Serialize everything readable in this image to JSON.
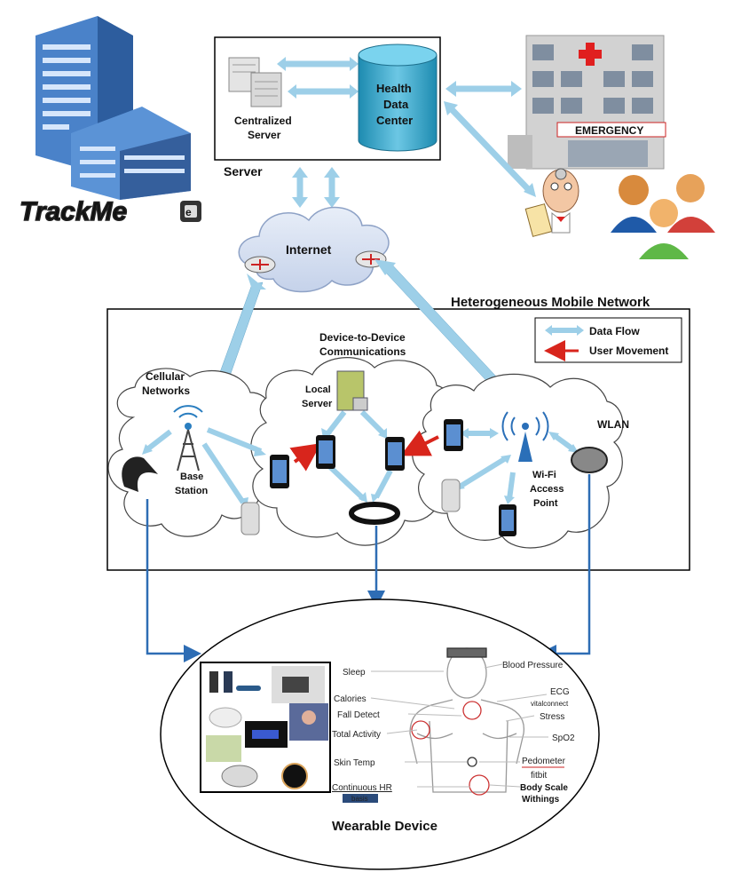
{
  "logo": {
    "text": "TrackMe"
  },
  "server_box": {
    "title": "Server",
    "centralized_label_1": "Centralized",
    "centralized_label_2": "Server",
    "hdc_line1": "Health",
    "hdc_line2": "Data",
    "hdc_line3": "Center"
  },
  "hospital": {
    "sign": "EMERGENCY"
  },
  "internet": {
    "label": "Internet"
  },
  "network": {
    "title": "Heterogeneous Mobile Network",
    "cellular_1": "Cellular",
    "cellular_2": "Networks",
    "d2d_1": "Device-to-Device",
    "d2d_2": "Communications",
    "local_server_1": "Local",
    "local_server_2": "Server",
    "base_station_1": "Base",
    "base_station_2": "Station",
    "wlan": "WLAN",
    "wifi_1": "Wi-Fi",
    "wifi_2": "Access",
    "wifi_3": "Point"
  },
  "legend": {
    "data_flow": "Data Flow",
    "user_movement": "User Movement"
  },
  "wearable": {
    "title": "Wearable Device",
    "left_labels": [
      "Sleep",
      "Calories",
      "Fall Detect",
      "Total Activity",
      "Skin Temp",
      "Continuous HR"
    ],
    "right_labels": [
      "Blood Pressure",
      "ECG",
      "Stress",
      "SpO2",
      "Pedometer",
      "Body Scale"
    ],
    "brand_vital": "vitalconnect",
    "brand_fitbit": "fitbit",
    "brand_withings": "Withings",
    "brand_basis": "basis"
  },
  "colors": {
    "flow": "#9dcfe8",
    "flow_edge": "#5fa3c8",
    "blue_arrow": "#2e6db4",
    "movement": "#d8251c"
  }
}
